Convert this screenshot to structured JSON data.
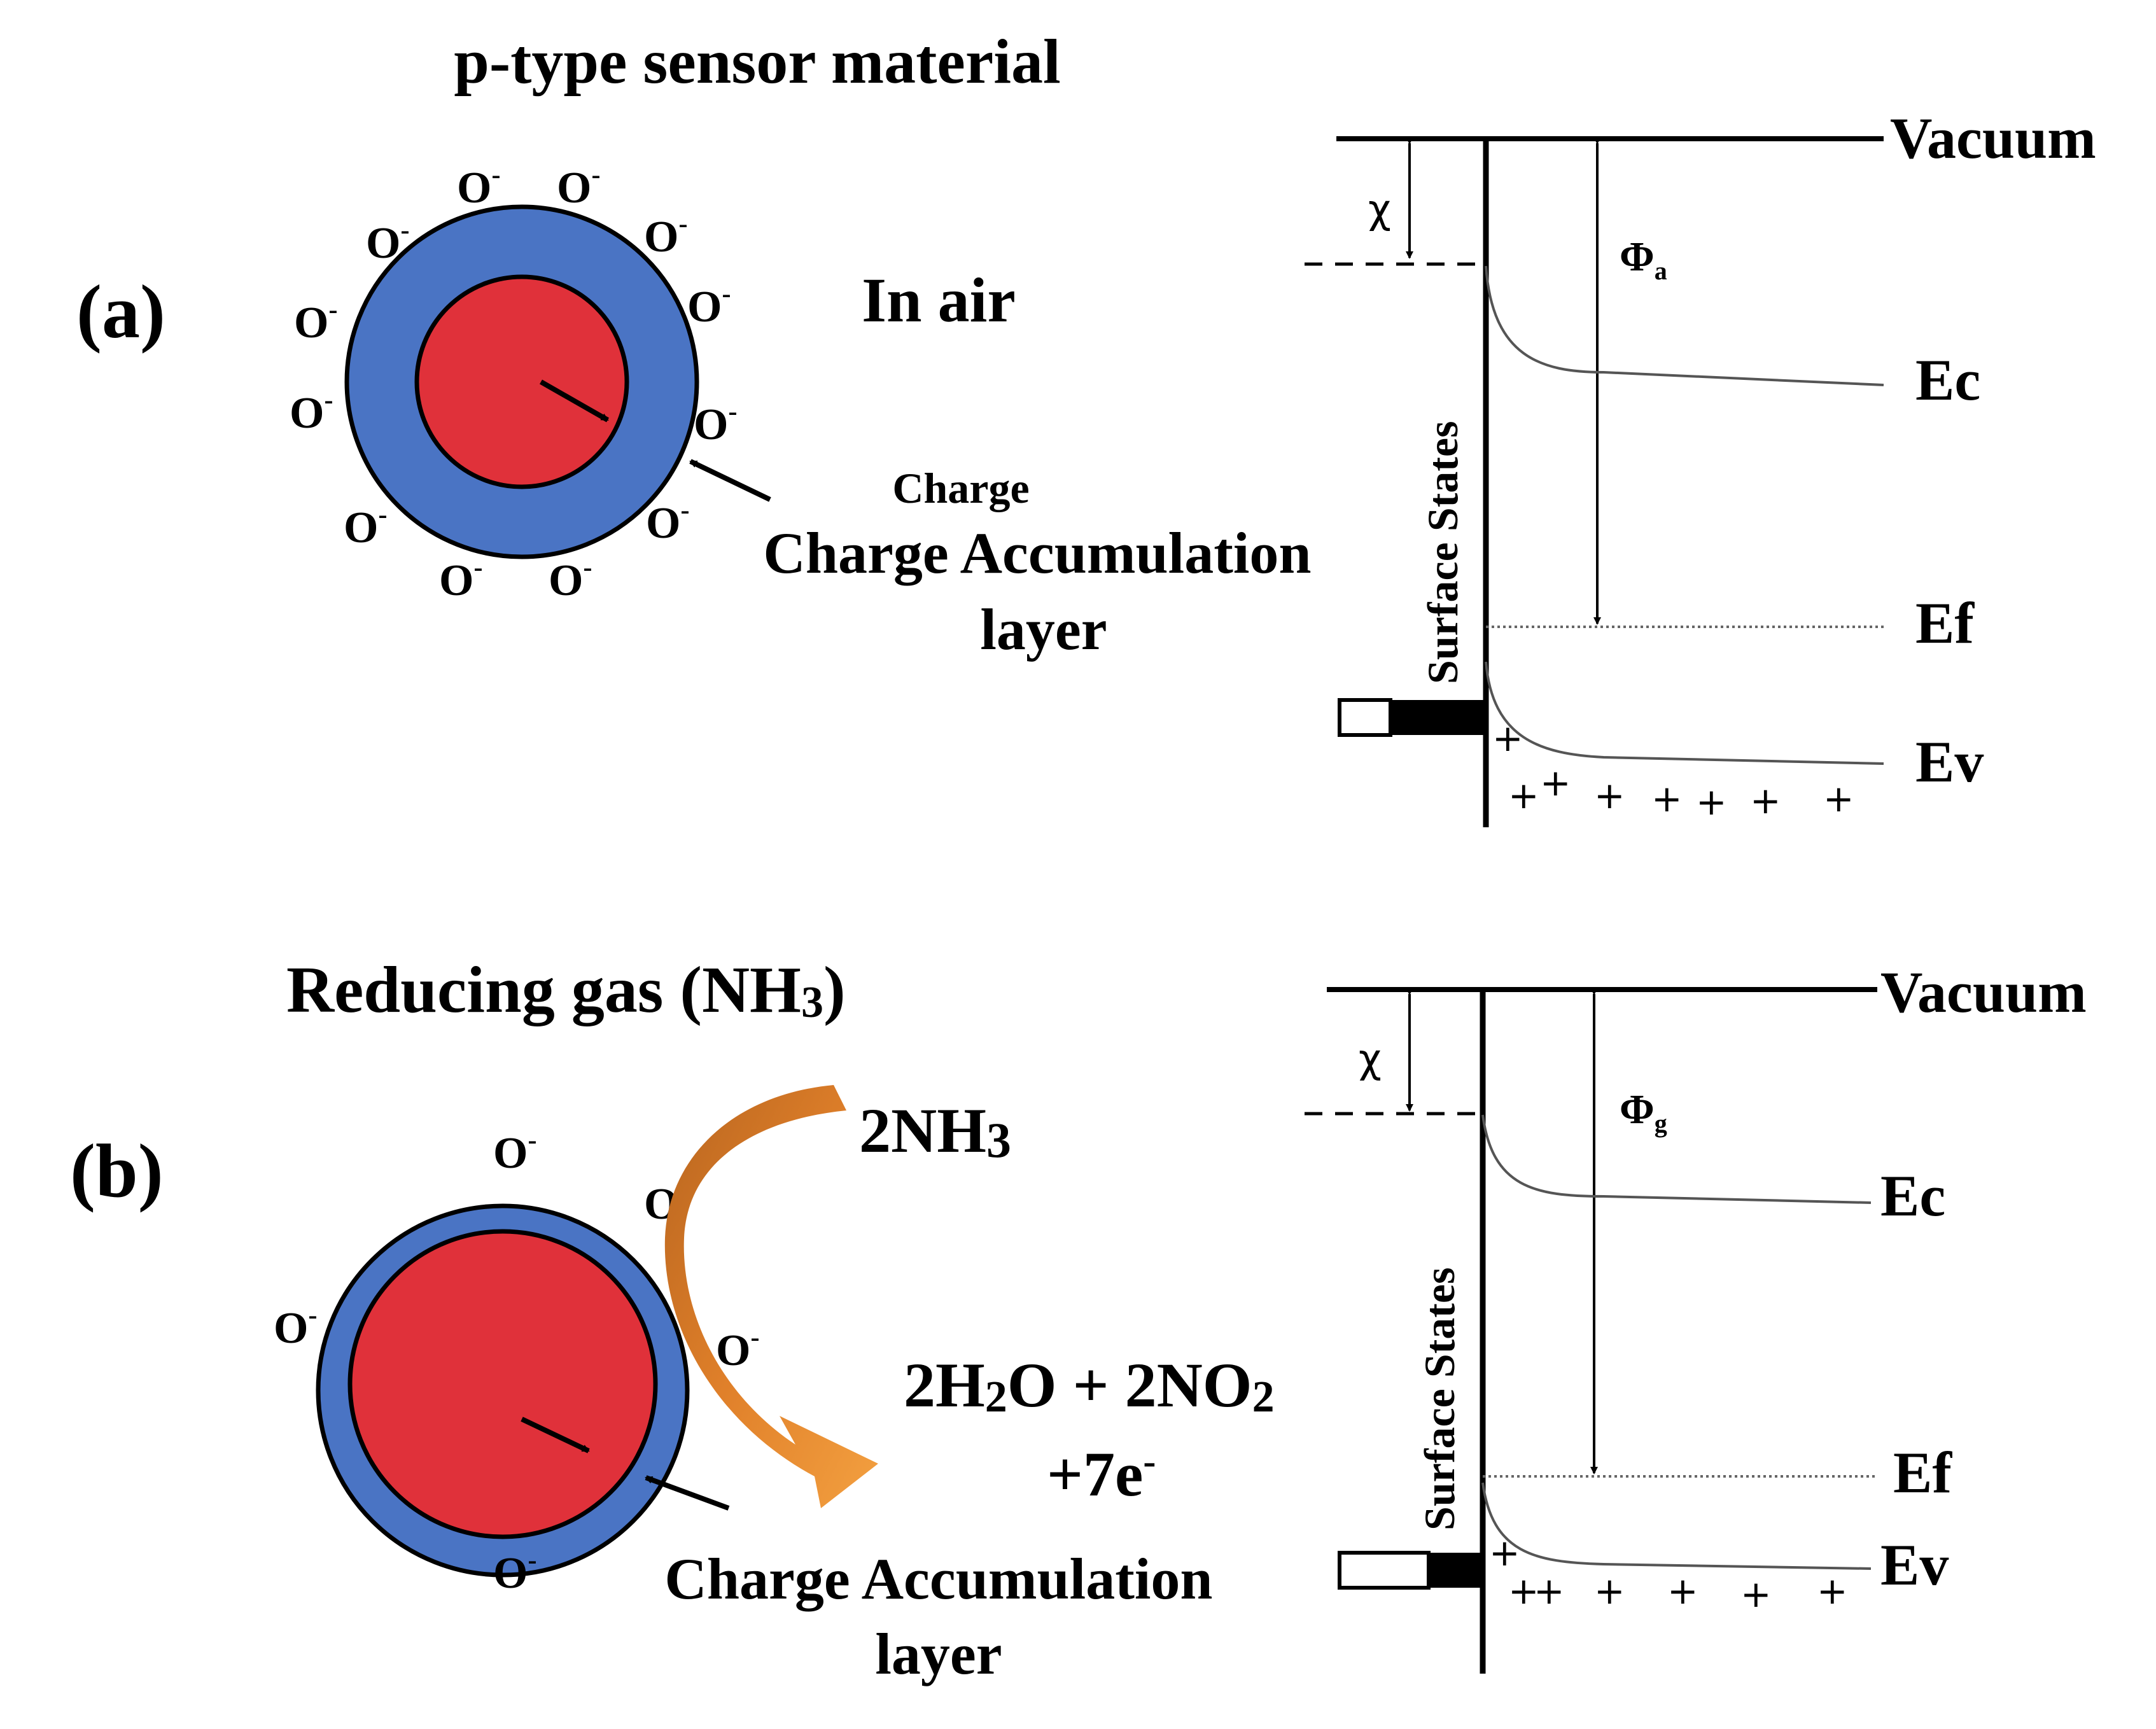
{
  "title": "p-type sensor material",
  "panel_a": {
    "label": "(a)",
    "condition": "In air",
    "oxygen_ion": "O",
    "oxygen_charge": "-",
    "charge_small": "Charge",
    "layer_line1": "Charge Accumulation",
    "layer_line2": "layer",
    "band": {
      "vacuum": "Vacuum",
      "chi": "χ",
      "phi": "Φ",
      "phi_sub": "a",
      "ec": "Ec",
      "ef": "Ef",
      "ev": "Ev",
      "surface_states": "Surface States",
      "plus": "+"
    }
  },
  "panel_b": {
    "label": "(b)",
    "condition": "Reducing gas (NH",
    "condition_sub": "3",
    "condition_close": ")",
    "oxygen_ion": "O",
    "oxygen_charge": "-",
    "reactant": "2NH",
    "reactant_sub": "3",
    "products_part1": "2H",
    "products_sub1": "2",
    "products_part2": "O + 2NO",
    "products_sub2": "2",
    "electrons": "+7e",
    "electrons_sup": "-",
    "layer_line1": "Charge Accumulation",
    "layer_line2": "layer",
    "band": {
      "vacuum": "Vacuum",
      "chi": "χ",
      "phi": "Φ",
      "phi_sub": "g",
      "ec": "Ec",
      "ef": "Ef",
      "ev": "Ev",
      "surface_states": "Surface States",
      "plus": "+"
    }
  },
  "colors": {
    "shell": "#4a74c4",
    "core": "#e0313a",
    "arrow_orange": "#e07a25"
  }
}
